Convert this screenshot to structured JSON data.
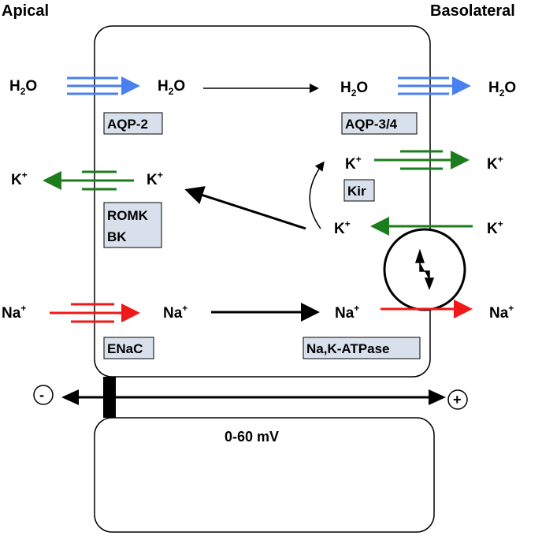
{
  "headers": {
    "apical": "Apical",
    "basolateral": "Basolateral"
  },
  "species": {
    "water": {
      "base": "H",
      "sub": "2",
      "tail": "O"
    },
    "potassium": {
      "base": "K",
      "sup": "+"
    },
    "sodium": {
      "base": "Na",
      "sup": "+"
    }
  },
  "transporters": {
    "aqp2": "AQP-2",
    "aqp34": "AQP-3/4",
    "kir": "Kir",
    "romk": "ROMK",
    "bk": "BK",
    "enac": "ENaC",
    "nakatpase": "Na,K-ATPase"
  },
  "potential": {
    "minus": "-",
    "plus": "+",
    "value": "0-60 mV"
  },
  "colors": {
    "water": "#4a7ff0",
    "potassium": "#1c7d1c",
    "sodium": "#f01818",
    "box_fill": "#d8e0ec",
    "arrow": "#000000"
  }
}
